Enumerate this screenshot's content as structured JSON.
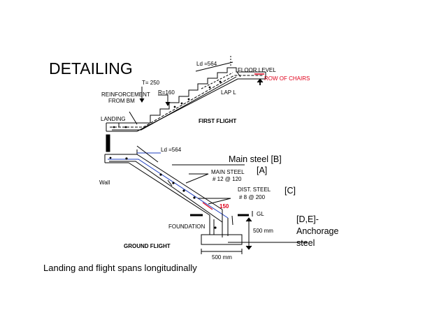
{
  "slide": {
    "title": "DETAILING",
    "caption": "Landing and flight spans longitudinally"
  },
  "labels": {
    "ld_top": "Ld =564",
    "floor_level": "FLOOR LEVEL",
    "row_of_chairs": "ROW OF CHAIRS",
    "thickness": "T= 250",
    "riser": "R=160",
    "lap": "LAP L",
    "reinforcement_line1": "REINFORCEMENT",
    "reinforcement_line2": "FROM BM",
    "landing": "LANDING",
    "first_flight": "FIRST FLIGHT",
    "ld_bottom": "Ld =564",
    "main_steel_b": "Main steel [B]",
    "tag_a": "[A]",
    "main_steel_line1": "MAIN STEEL",
    "main_steel_line2": "# 12 @ 120",
    "wall": "Wall",
    "dist_steel_line1": "DIST.  STEEL",
    "dist_steel_line2": "# 8 @ 200",
    "tag_c": "[C]",
    "dim_150": "150",
    "gl": "GL",
    "tag_de_line1": "[D,E]-",
    "tag_de_line2": "Anchorage",
    "tag_de_line3": "steel",
    "foundation": "FOUNDATION",
    "dim_500_vertical": "500 mm",
    "ground_flight": "GROUND FLIGHT",
    "dim_500_horizontal": "500 mm"
  },
  "colors": {
    "ink": "#000000",
    "accent_red": "#e0001b",
    "steel_blue": "#1f3fbf"
  }
}
